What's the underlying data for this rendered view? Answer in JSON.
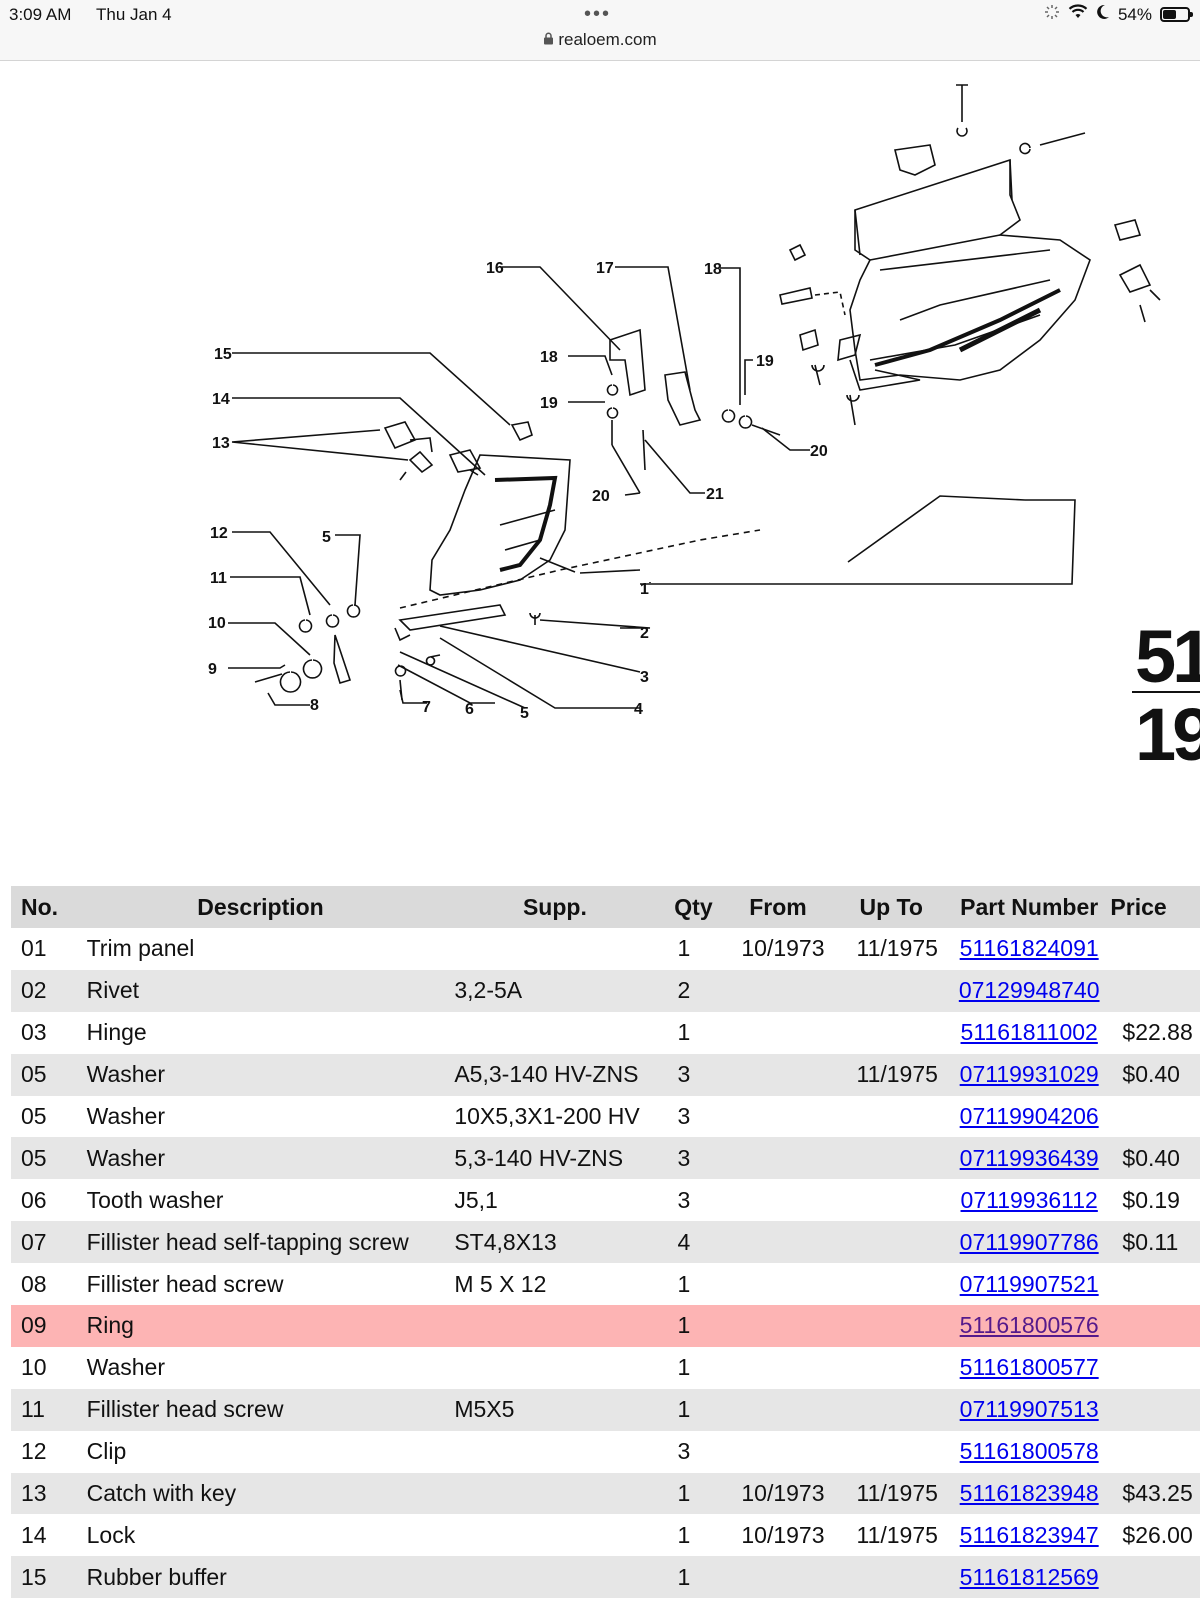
{
  "status": {
    "time": "3:09 AM",
    "date": "Thu Jan 4",
    "dots": "•••",
    "url": "realoem.com",
    "battery": "54%",
    "battery_level": 0.54
  },
  "diagram": {
    "callouts": [
      "1",
      "2",
      "3",
      "4",
      "5",
      "6",
      "7",
      "8",
      "9",
      "10",
      "11",
      "12",
      "13",
      "14",
      "15",
      "16",
      "17",
      "18",
      "18",
      "19",
      "19",
      "20",
      "20",
      "21",
      "5"
    ],
    "corner_code_top": "51",
    "corner_code_bottom": "19"
  },
  "table": {
    "headers": [
      "No.",
      "Description",
      "Supp.",
      "Qty",
      "From",
      "Up To",
      "Part Number",
      "Price"
    ],
    "rows": [
      {
        "no": "01",
        "desc": "Trim panel",
        "supp": "",
        "qty": "1",
        "from": "10/1973",
        "upto": "11/1975",
        "part": "51161824091",
        "price": ""
      },
      {
        "no": "02",
        "desc": "Rivet",
        "supp": "3,2-5A",
        "qty": "2",
        "from": "",
        "upto": "",
        "part": "07129948740",
        "price": ""
      },
      {
        "no": "03",
        "desc": "Hinge",
        "supp": "",
        "qty": "1",
        "from": "",
        "upto": "",
        "part": "51161811002",
        "price": "$22.88"
      },
      {
        "no": "05",
        "desc": "Washer",
        "supp": "A5,3-140 HV-ZNS",
        "qty": "3",
        "from": "",
        "upto": "11/1975",
        "part": "07119931029",
        "price": "$0.40"
      },
      {
        "no": "05",
        "desc": "Washer",
        "supp": "10X5,3X1-200 HV",
        "qty": "3",
        "from": "",
        "upto": "",
        "part": "07119904206",
        "price": ""
      },
      {
        "no": "05",
        "desc": "Washer",
        "supp": "5,3-140 HV-ZNS",
        "qty": "3",
        "from": "",
        "upto": "",
        "part": "07119936439",
        "price": "$0.40"
      },
      {
        "no": "06",
        "desc": "Tooth washer",
        "supp": "J5,1",
        "qty": "3",
        "from": "",
        "upto": "",
        "part": "07119936112",
        "price": "$0.19"
      },
      {
        "no": "07",
        "desc": "Fillister head self-tapping screw",
        "supp": "ST4,8X13",
        "qty": "4",
        "from": "",
        "upto": "",
        "part": "07119907786",
        "price": "$0.11"
      },
      {
        "no": "08",
        "desc": "Fillister head screw",
        "supp": "M 5 X 12",
        "qty": "1",
        "from": "",
        "upto": "",
        "part": "07119907521",
        "price": ""
      },
      {
        "no": "09",
        "desc": "Ring",
        "supp": "",
        "qty": "1",
        "from": "",
        "upto": "",
        "part": "51161800576",
        "price": ""
      },
      {
        "no": "10",
        "desc": "Washer",
        "supp": "",
        "qty": "1",
        "from": "",
        "upto": "",
        "part": "51161800577",
        "price": ""
      },
      {
        "no": "11",
        "desc": "Fillister head screw",
        "supp": "M5X5",
        "qty": "1",
        "from": "",
        "upto": "",
        "part": "07119907513",
        "price": ""
      },
      {
        "no": "12",
        "desc": "Clip",
        "supp": "",
        "qty": "3",
        "from": "",
        "upto": "",
        "part": "51161800578",
        "price": ""
      },
      {
        "no": "13",
        "desc": "Catch with key",
        "supp": "",
        "qty": "1",
        "from": "10/1973",
        "upto": "11/1975",
        "part": "51161823948",
        "price": "$43.25"
      },
      {
        "no": "14",
        "desc": "Lock",
        "supp": "",
        "qty": "1",
        "from": "10/1973",
        "upto": "11/1975",
        "part": "51161823947",
        "price": "$26.00"
      },
      {
        "no": "15",
        "desc": "Rubber buffer",
        "supp": "",
        "qty": "1",
        "from": "",
        "upto": "",
        "part": "51161812569",
        "price": ""
      }
    ]
  }
}
